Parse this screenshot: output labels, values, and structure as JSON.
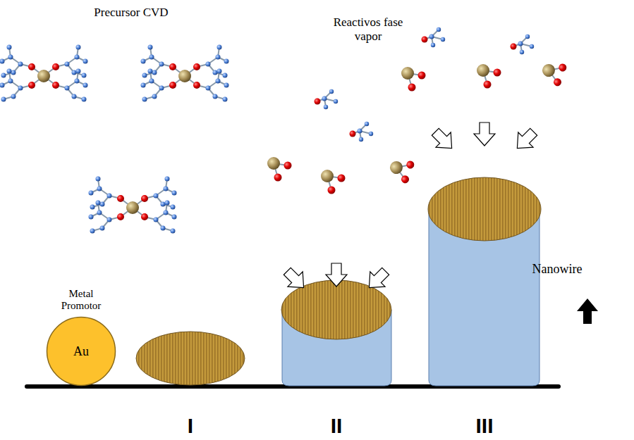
{
  "diagram": {
    "nodes": [
      {
        "text": [
          "Metal Promotor",
          "Au"
        ]
      }
    ],
    "labels": [
      "Precursor CVD",
      "Reactivos fase vapor",
      "Nanowire",
      "I",
      "II",
      "III"
    ]
  }
}
